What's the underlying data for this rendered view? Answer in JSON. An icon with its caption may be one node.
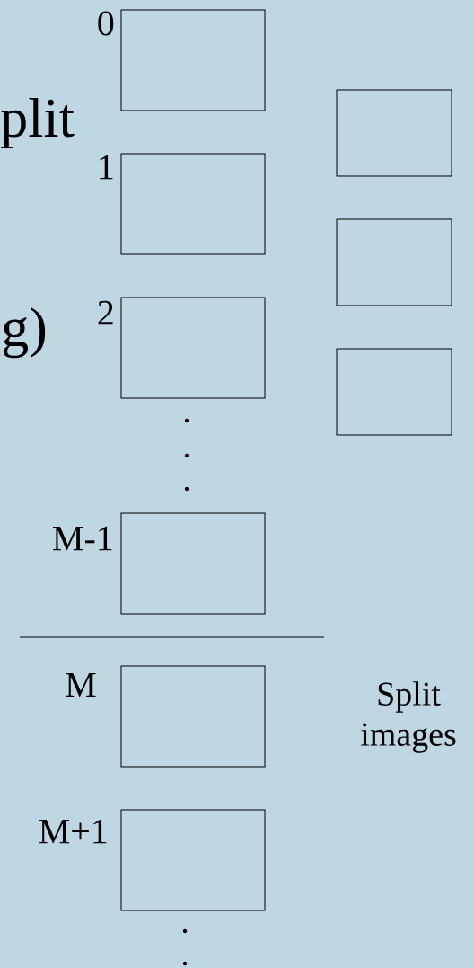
{
  "diagram": {
    "nodes": [
      {
        "text": [],
        "shape": "box",
        "beside": [
          "0"
        ]
      },
      {
        "text": [],
        "shape": "box",
        "beside": [
          "1"
        ]
      },
      {
        "text": [],
        "shape": "box",
        "beside": [
          "2"
        ]
      },
      {
        "text": [],
        "shape": "box",
        "beside": [
          "M-1"
        ]
      },
      {
        "text": [],
        "shape": "box",
        "beside": [
          "M"
        ]
      },
      {
        "text": [],
        "shape": "box",
        "beside": [
          "M+1"
        ]
      },
      {
        "text": [],
        "shape": "box"
      },
      {
        "text": [],
        "shape": "box"
      },
      {
        "text": [],
        "shape": "box"
      }
    ],
    "labels": [
      "plit",
      "g)",
      "Split images"
    ]
  }
}
